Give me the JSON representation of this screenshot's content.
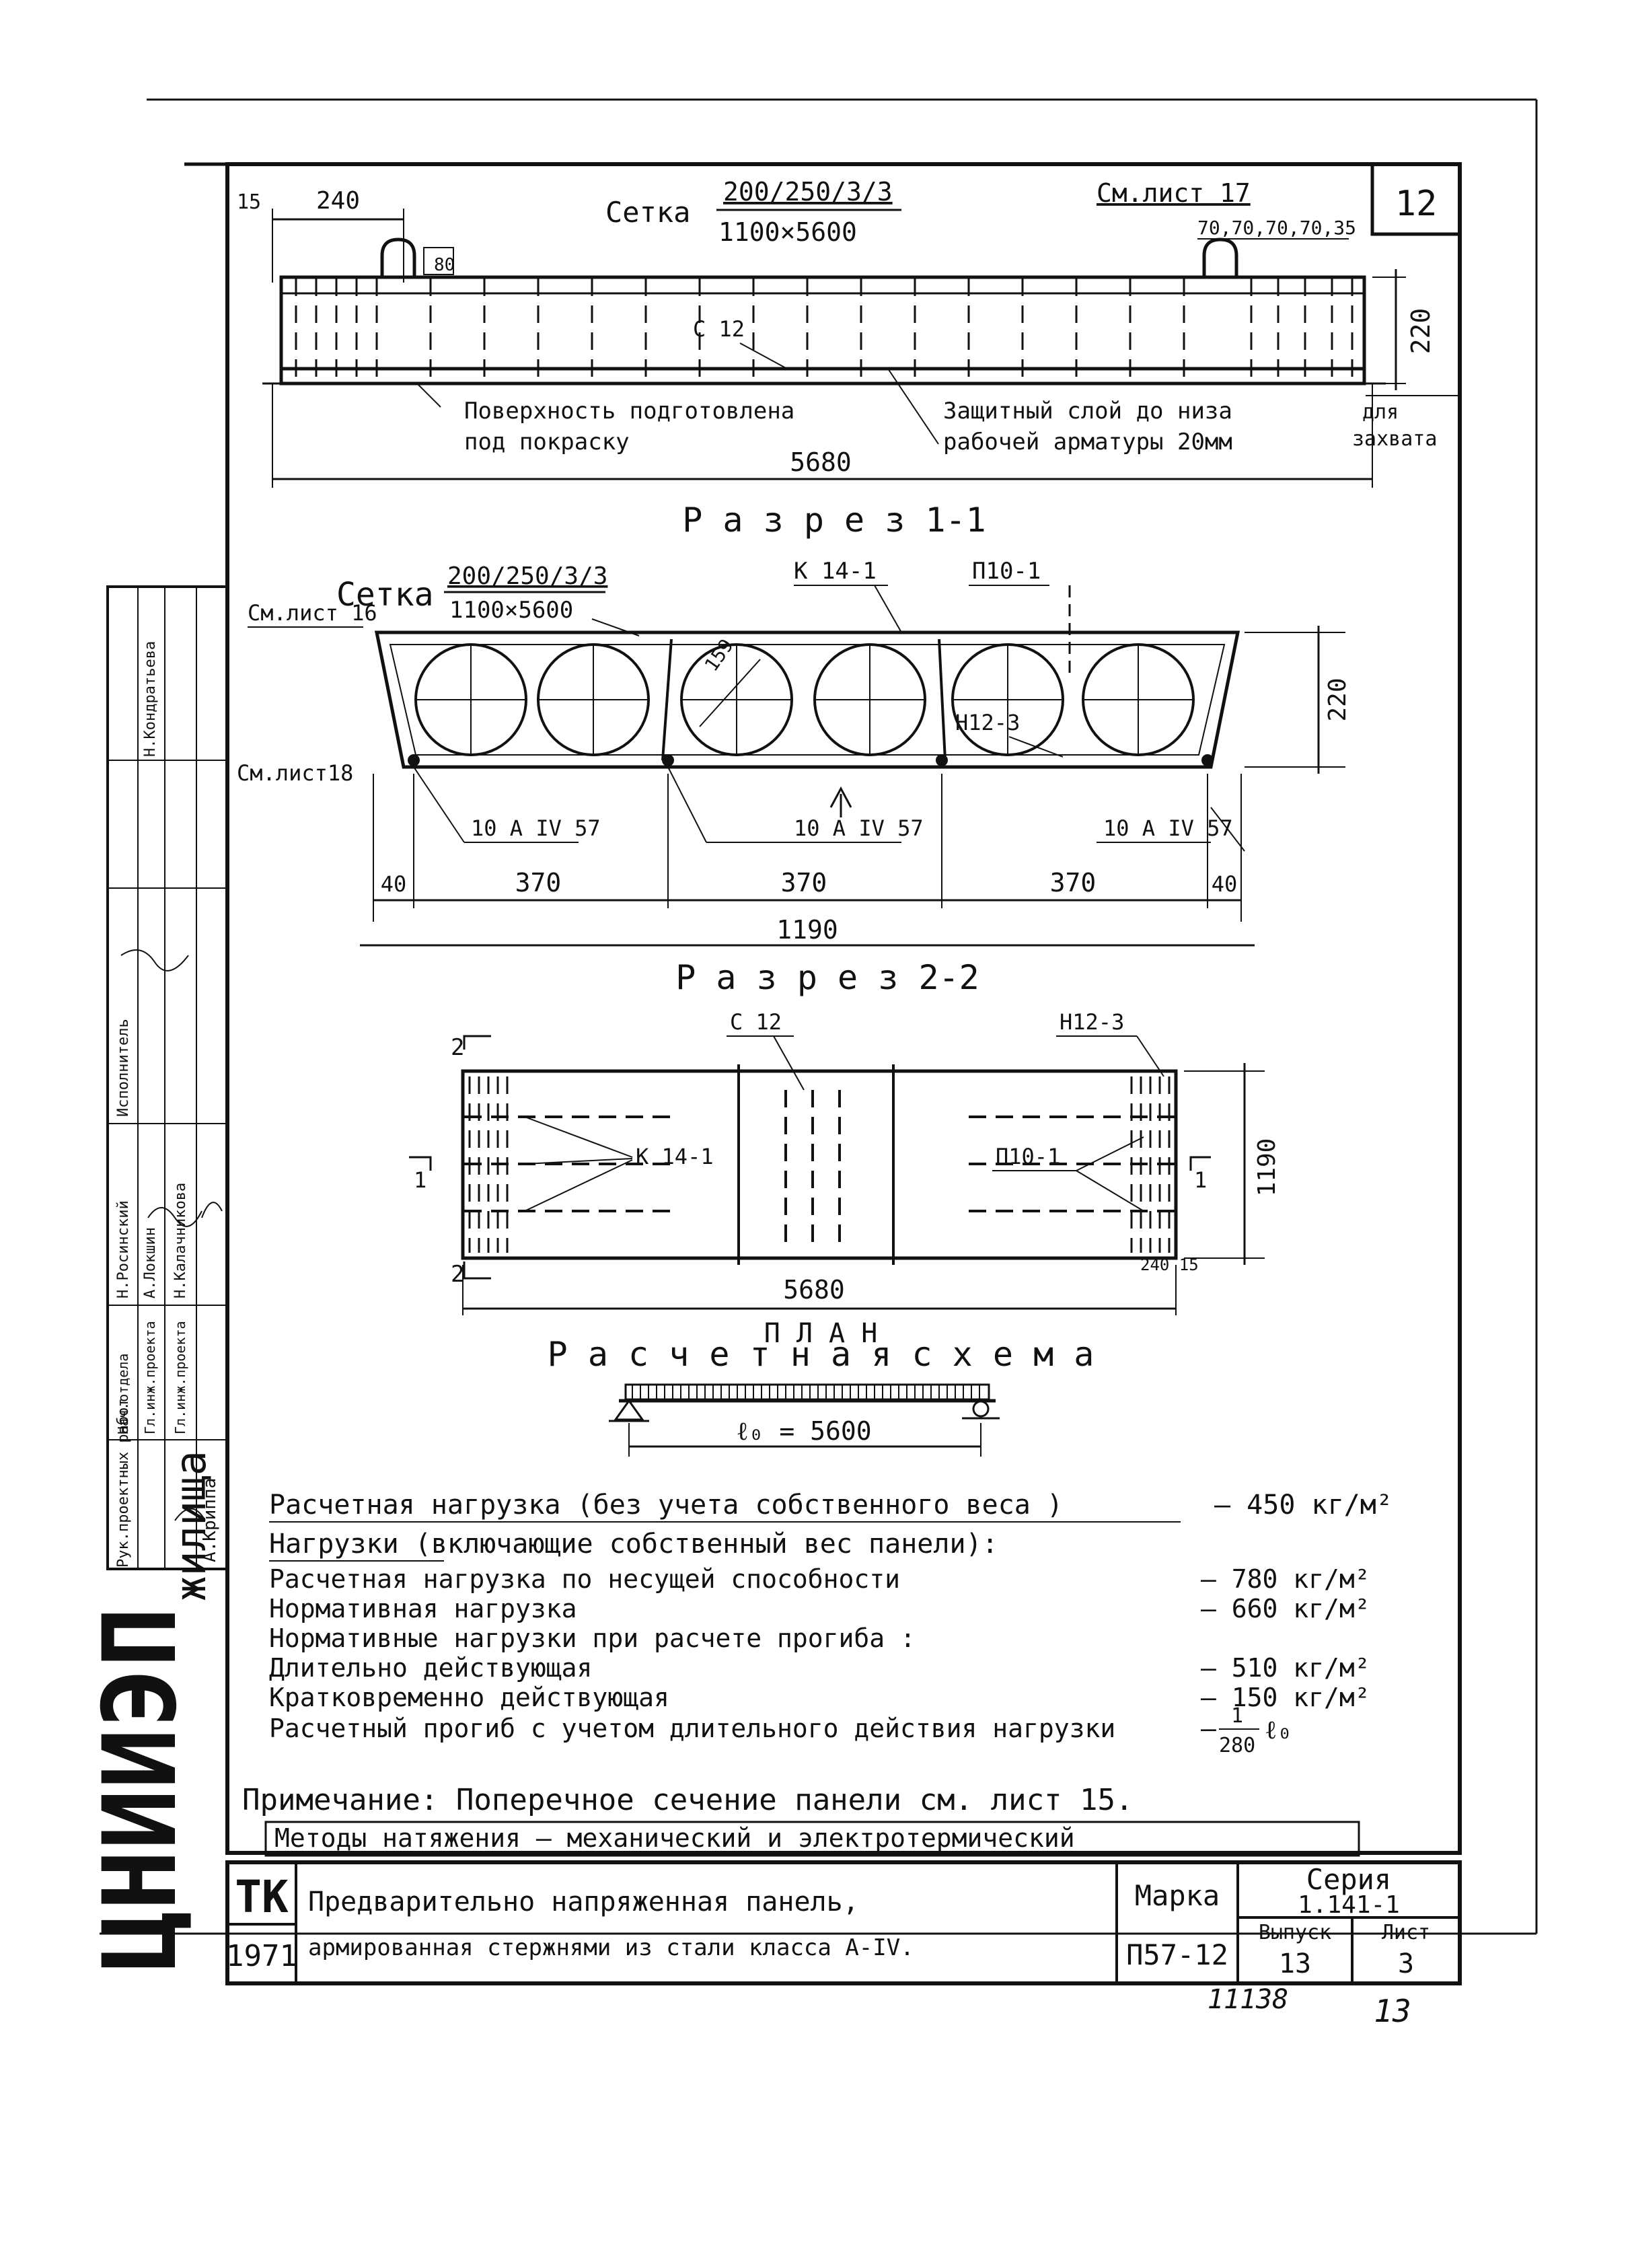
{
  "sheet_number": "12",
  "section_top": {
    "dim_15": "15",
    "dim_240": "240",
    "mesh_label": "Сетка",
    "mesh_spec_num": "200/250/3/3",
    "mesh_spec_den": "1100×5600",
    "see_sheet_17": "См.лист 17",
    "small_dims": "70,70,70,70,35",
    "dim_80": "80",
    "dim_220": "220",
    "bar_c12": "С 12",
    "note_surface_1": "Поверхность подготовлена",
    "note_surface_2": "под покраску",
    "note_cover_1": "Защитный слой до низа",
    "note_cover_2": "рабочей арматуры 20мм",
    "grip_1": "для",
    "grip_2": "захвата",
    "dim_5680": "5680"
  },
  "section_11": {
    "title": "Р а з р е з 1-1",
    "mesh_label": "Сетка",
    "mesh_spec_num": "200/250/3/3",
    "mesh_spec_den": "1100×5600",
    "frame_k": "К 14-1",
    "loop_p": "П10-1",
    "see_sheet_16": "См.лист 16",
    "see_sheet_18": "См.лист18",
    "hole_dia": "159",
    "mesh_h": "Н12-3",
    "dim_220": "220",
    "bar_left": "10 А IV 57",
    "bar_mid": "10 А IV 57",
    "bar_right": "10 А IV 57",
    "dim_40_left": "40",
    "dim_370_a": "370",
    "dim_370_b": "370",
    "dim_370_c": "370",
    "dim_40_right": "40",
    "dim_1190": "1190"
  },
  "section_22": {
    "title": "Р а з р е з 2-2",
    "bar_c12": "С 12",
    "mesh_h": "Н12-3",
    "mark_2_top": "2",
    "mark_2_bottom": "2",
    "mark_1_left": "1",
    "mark_1_right": "1",
    "frame_k": "К 14-1",
    "loop_p": "П10-1",
    "dim_1190": "1190",
    "dim_5680": "5680",
    "dim_240_15": "240 15",
    "caption": "П Л А Н"
  },
  "calc_scheme": {
    "title": "Р а с ч е т н а я   с х е м а",
    "span": "ℓ₀ = 5600"
  },
  "loads": {
    "line1_label": "Расчетная нагрузка (без учета собственного веса )",
    "line1_value": "— 450 кг/м²",
    "line2_label": "Нагрузки (включающие собственный вес панели):",
    "rows": [
      {
        "label": "Расчетная нагрузка по несущей способности",
        "value": "— 780 кг/м²"
      },
      {
        "label": "Нормативная нагрузка",
        "value": "— 660 кг/м²"
      },
      {
        "label": "Нормативные нагрузки при расчете прогиба :",
        "value": ""
      },
      {
        "label": "Длительно действующая",
        "value": "— 510 кг/м²"
      },
      {
        "label": "Кратковременно действующая",
        "value": "— 150 кг/м²"
      }
    ],
    "deflection_label": "Расчетный прогиб с учетом длительного действия нагрузки",
    "deflection_dash": "—",
    "deflection_num": "1",
    "deflection_den": "280",
    "deflection_l": "ℓ₀"
  },
  "notes": {
    "note": "Примечание: Поперечное сечение панели см. лист 15.",
    "methods": "Методы натяжения — механический и электротермический"
  },
  "title_block": {
    "org_code": "ТК",
    "year": "1971",
    "title_line1": "Предварительно напряженная панель,",
    "title_line2": "армированная стержнями из стали класса А-IV.",
    "marka_label": "Марка",
    "marka_value": "П57-12",
    "series_label": "Серия",
    "series_value": "1.141-1",
    "issue_label": "Выпуск",
    "issue_value": "13",
    "sheet_label": "Лист",
    "sheet_value": "3"
  },
  "side_stamp": {
    "institute": "ЦНИИЭП",
    "institute_sub": "жилища",
    "r1_role": "Нач.отдела",
    "r1_name": "Н.Кондратьева",
    "r2_role": "Гл.инж.проекта",
    "r2_name": "Н.Росинский",
    "r3_role": "Гл.инж.проекта",
    "r3_name": "А.Локшин",
    "r4_role": "Рук.проектных работ",
    "r4_name": "А.Криппа",
    "r5_role": "Исполнитель",
    "r5_name": "Н.Калачникова"
  },
  "footer": {
    "inventory": "11138",
    "page": "13"
  }
}
